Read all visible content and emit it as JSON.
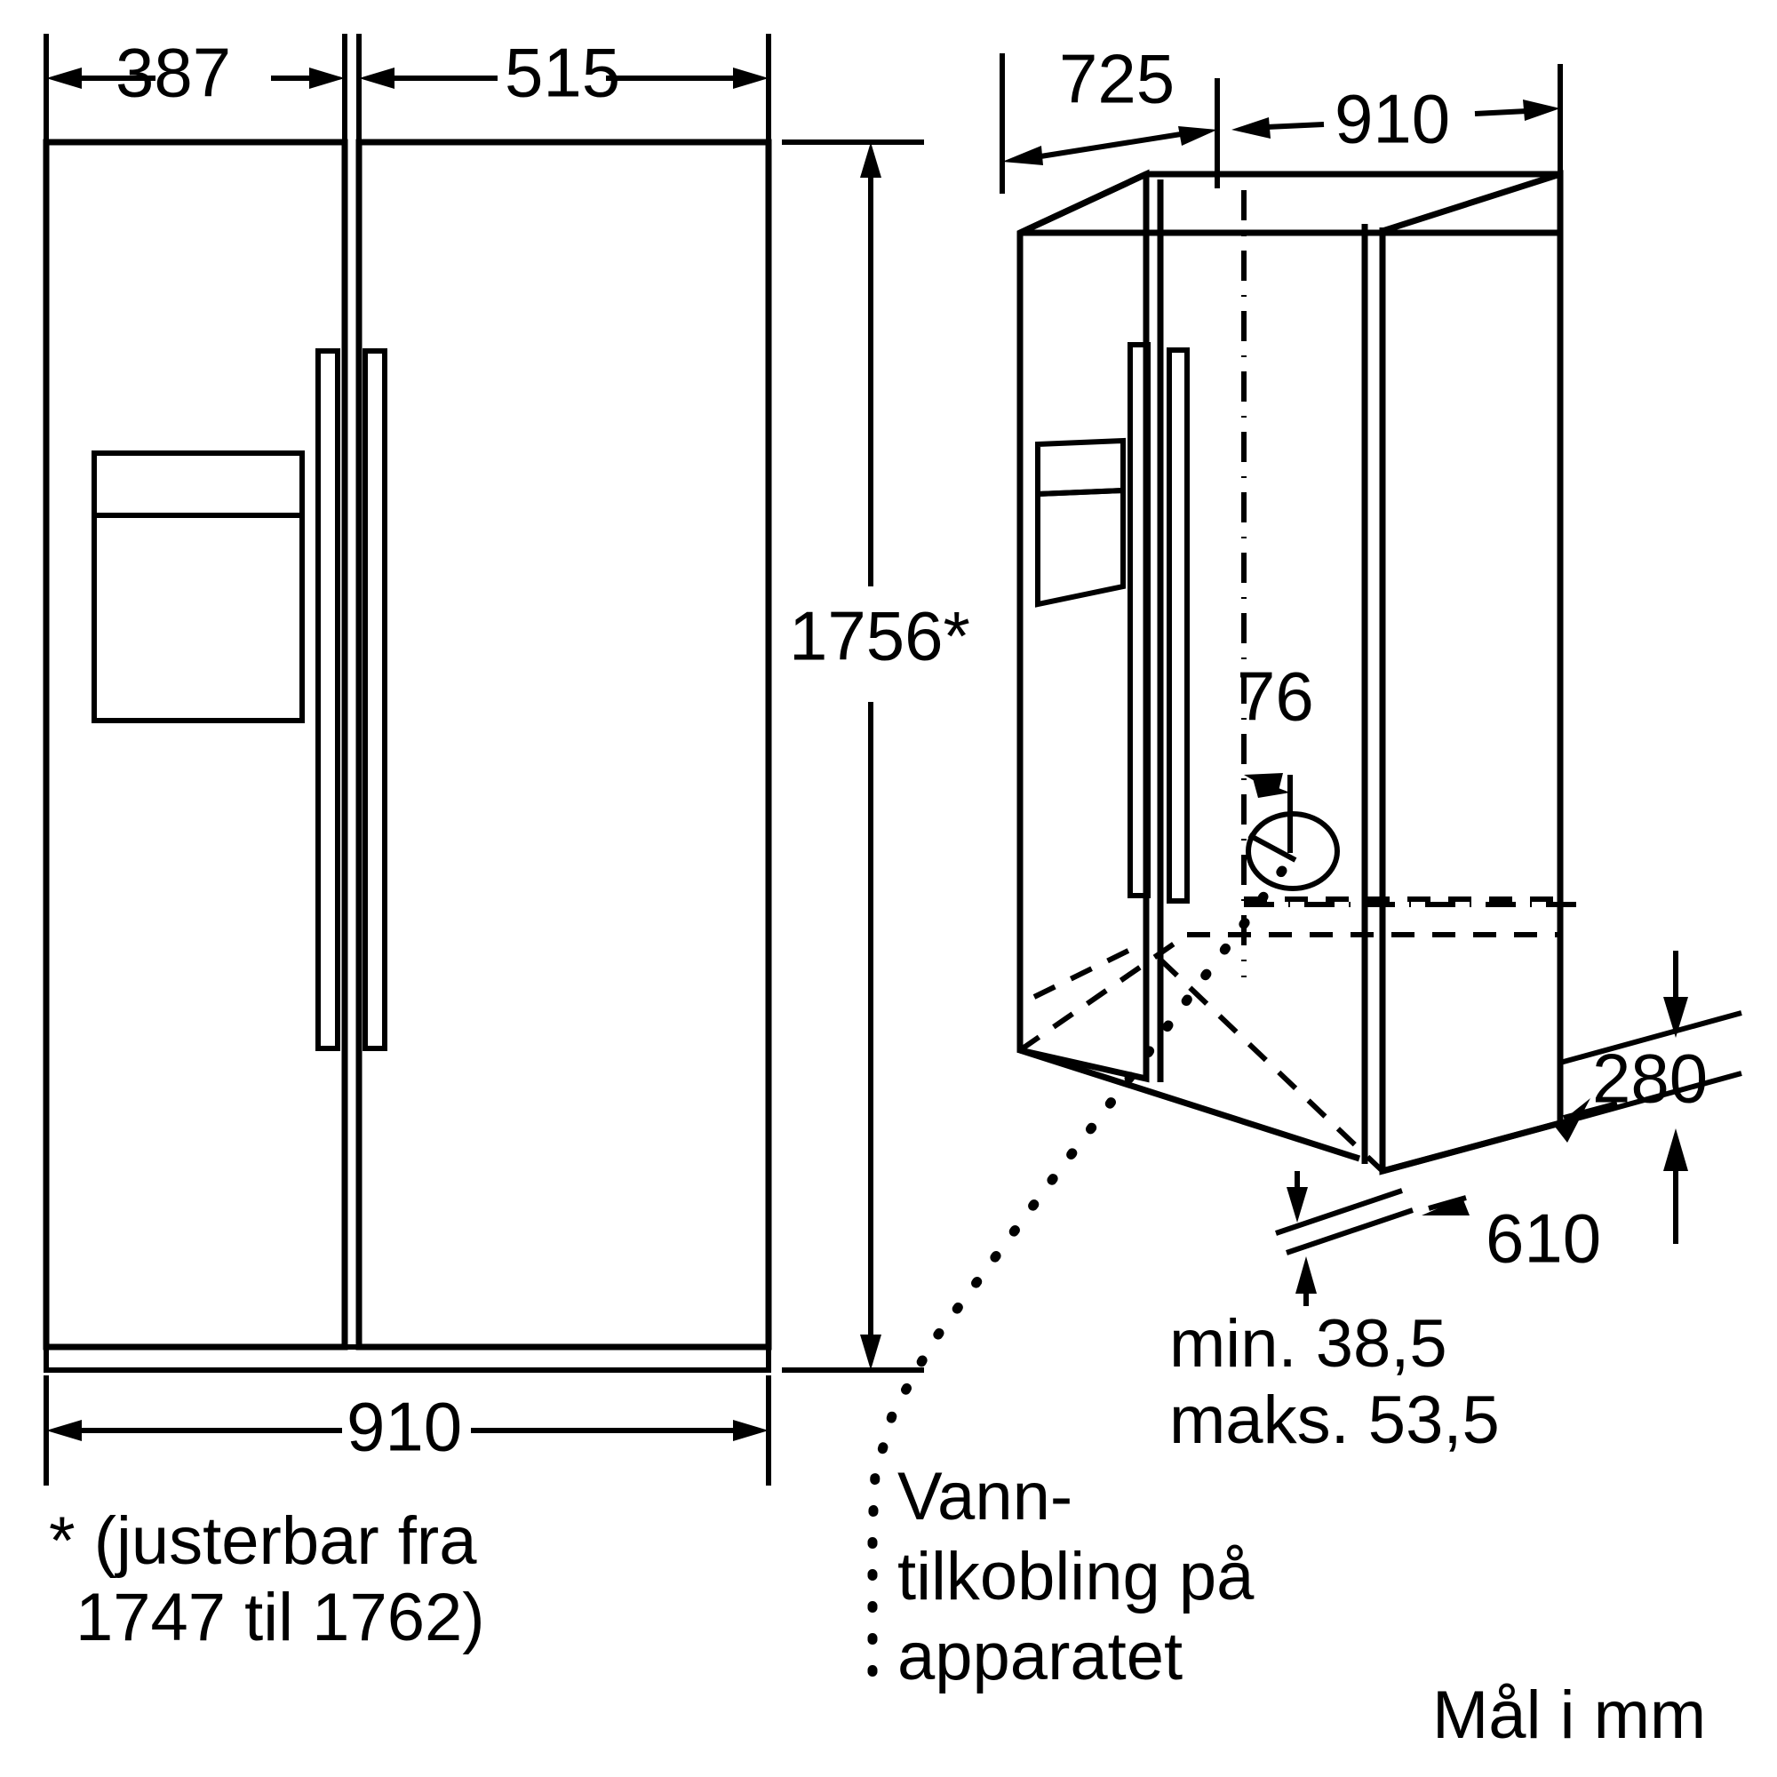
{
  "drawing": {
    "title": "Side-by-side refrigerator installation dimensions",
    "units_note": "Mål i mm",
    "front_view": {
      "name": "front-elevation",
      "dimensions": {
        "left_door_width": "387",
        "right_door_width": "515",
        "total_width": "910",
        "total_height": "1756*"
      }
    },
    "side_view": {
      "name": "isometric-view",
      "dimensions": {
        "depth_to_door": "725",
        "body_width": "910",
        "water_offset": "76",
        "rear_height": "280",
        "body_depth": "610",
        "foot_clearance_min": "min. 38,5",
        "foot_clearance_max": "maks. 53,5"
      }
    },
    "notes": {
      "height_footnote_line1": "* (justerbar fra",
      "height_footnote_line2": "1747 til 1762)",
      "water_label_line1": "Vann-",
      "water_label_line2": "tilkobling på",
      "water_label_line3": "apparatet",
      "units": "Mål i mm"
    }
  }
}
